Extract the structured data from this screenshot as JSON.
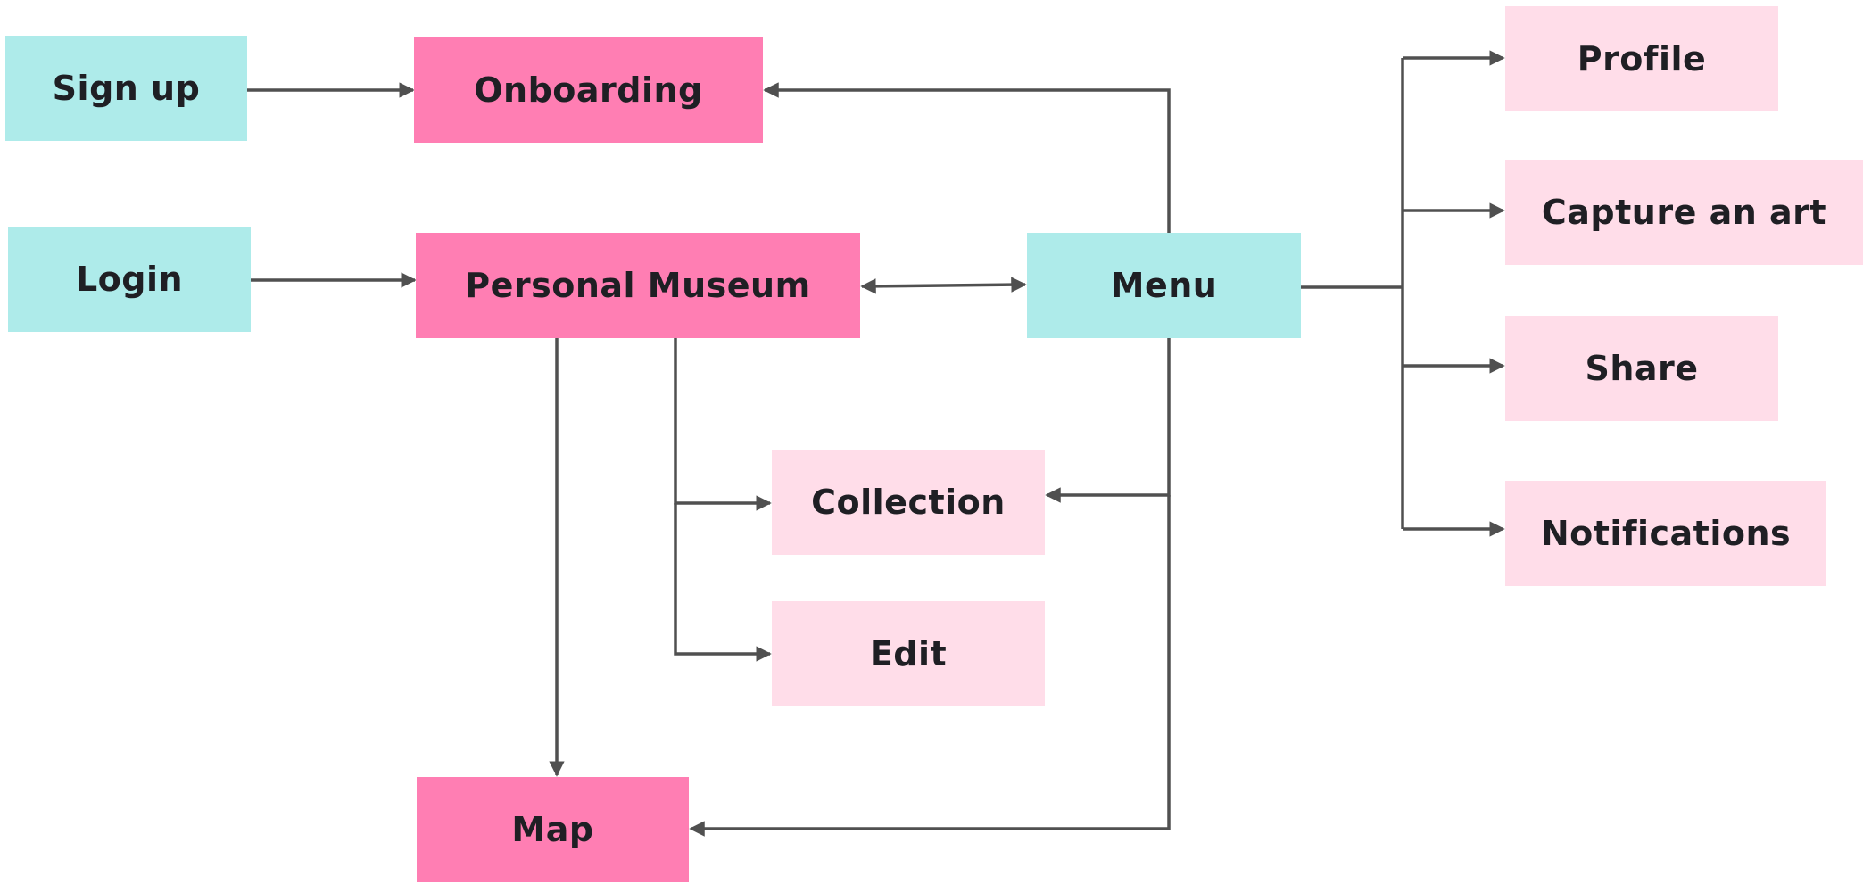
{
  "colors": {
    "entry": "#aeebea",
    "primary": "#ff7eb3",
    "secondary": "#ffdde9",
    "line": "#505050",
    "text": "#1f1f24"
  },
  "nodes": {
    "signup": "Sign up",
    "onboarding": "Onboarding",
    "login": "Login",
    "personal_museum": "Personal Museum",
    "menu": "Menu",
    "profile": "Profile",
    "capture": "Capture an art",
    "share": "Share",
    "notifications": "Notifications",
    "collection": "Collection",
    "edit": "Edit",
    "map": "Map"
  },
  "edges": [
    {
      "from": "signup",
      "to": "onboarding"
    },
    {
      "from": "login",
      "to": "personal_museum"
    },
    {
      "from": "menu",
      "to": "onboarding"
    },
    {
      "from": "personal_museum",
      "to": "menu",
      "bidirectional": true
    },
    {
      "from": "menu",
      "to": "profile"
    },
    {
      "from": "menu",
      "to": "capture"
    },
    {
      "from": "menu",
      "to": "share"
    },
    {
      "from": "menu",
      "to": "notifications"
    },
    {
      "from": "personal_museum",
      "to": "collection"
    },
    {
      "from": "personal_museum",
      "to": "edit"
    },
    {
      "from": "personal_museum",
      "to": "map"
    },
    {
      "from": "menu",
      "to": "collection"
    },
    {
      "from": "menu",
      "to": "map"
    }
  ]
}
